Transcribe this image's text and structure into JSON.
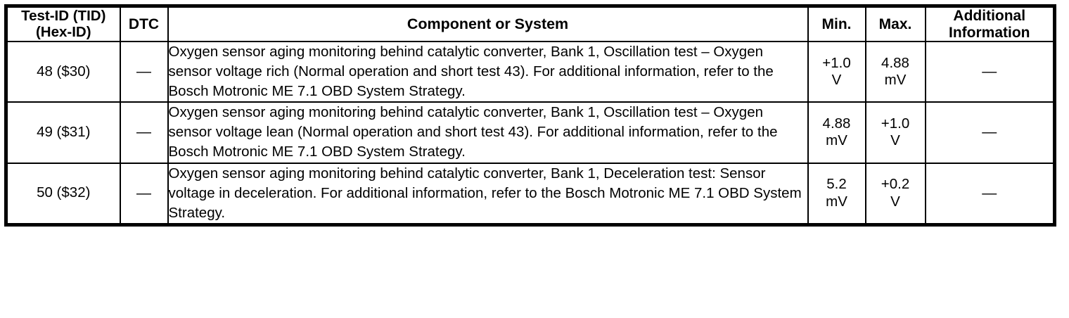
{
  "table": {
    "columns": [
      {
        "id": "tid",
        "label_line1": "Test-ID (TID)",
        "label_line2": "(Hex-ID)"
      },
      {
        "id": "dtc",
        "label_line1": "DTC",
        "label_line2": ""
      },
      {
        "id": "comp",
        "label_line1": "Component or System",
        "label_line2": ""
      },
      {
        "id": "min",
        "label_line1": "Min.",
        "label_line2": ""
      },
      {
        "id": "max",
        "label_line1": "Max.",
        "label_line2": ""
      },
      {
        "id": "addl",
        "label_line1": "Additional",
        "label_line2": "Information"
      }
    ],
    "rows": [
      {
        "tid": "48 ($30)",
        "dtc": "—",
        "component": "Oxygen sensor aging monitoring behind catalytic converter, Bank 1, Oscillation test – Oxygen sensor voltage rich (Normal operation and short test 43). For additional information, refer to the Bosch Motronic ME 7.1 OBD System Strategy.",
        "min_value": "+1.0",
        "min_unit": "V",
        "max_value": "4.88",
        "max_unit": "mV",
        "additional": "—"
      },
      {
        "tid": "49 ($31)",
        "dtc": "—",
        "component": "Oxygen sensor aging monitoring behind catalytic converter, Bank 1, Oscillation test – Oxygen sensor voltage lean (Normal operation and short test 43). For additional information, refer to the Bosch Motronic ME 7.1 OBD System Strategy.",
        "min_value": "4.88",
        "min_unit": "mV",
        "max_value": "+1.0",
        "max_unit": "V",
        "additional": "—"
      },
      {
        "tid": "50 ($32)",
        "dtc": "—",
        "component": "Oxygen sensor aging monitoring behind catalytic converter, Bank 1, Deceleration test: Sensor voltage in deceleration. For additional information, refer to the Bosch Motronic ME 7.1 OBD System Strategy.",
        "min_value": "5.2",
        "min_unit": "mV",
        "max_value": "+0.2",
        "max_unit": "V",
        "additional": "—"
      }
    ]
  },
  "colors": {
    "border": "#000000",
    "text": "#000000",
    "background": "#ffffff"
  }
}
